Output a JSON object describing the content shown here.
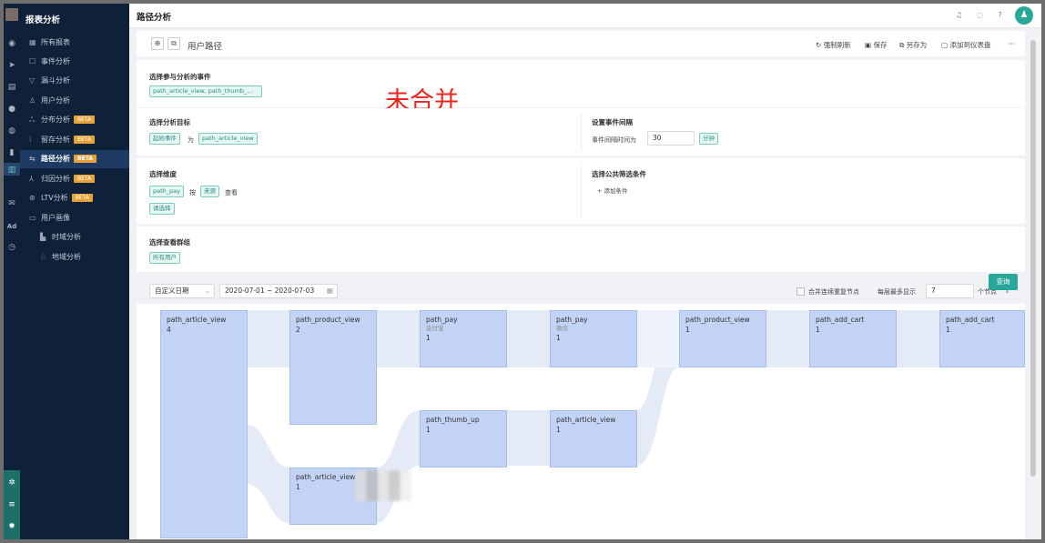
{
  "sidebar": {
    "title": "报表分析",
    "items": [
      {
        "label": "所有报表",
        "icon": "report-icon"
      },
      {
        "label": "事件分析",
        "icon": "event-icon"
      },
      {
        "label": "漏斗分析",
        "icon": "funnel-icon"
      },
      {
        "label": "用户分析",
        "icon": "user-icon"
      },
      {
        "label": "分布分析",
        "icon": "distribution-icon",
        "badge": "BETA"
      },
      {
        "label": "留存分析",
        "icon": "retention-icon",
        "badge": "BETA"
      },
      {
        "label": "路径分析",
        "icon": "path-icon",
        "badge": "BETA",
        "active": true
      },
      {
        "label": "归因分析",
        "icon": "attribution-icon",
        "badge": "BETA"
      },
      {
        "label": "LTV分析",
        "icon": "ltv-icon",
        "badge": "BETA"
      },
      {
        "label": "用户画像",
        "icon": "folder-icon"
      },
      {
        "label": "时域分析",
        "icon": "chart-icon"
      },
      {
        "label": "地域分析",
        "icon": "region-icon"
      }
    ]
  },
  "header": {
    "title": "路径分析"
  },
  "toolbar": {
    "report_name": "用户路径",
    "refresh": "强制刷新",
    "save": "保存",
    "save_as": "另存为",
    "add_dashboard": "添加到仪表盘",
    "more": "···"
  },
  "events_section": {
    "title": "选择参与分析的事件",
    "tag": "path_article_view, path_thumb_..."
  },
  "annotation": "未合并",
  "target_section": {
    "title": "选择分析目标",
    "type_tag": "起始事件",
    "connector": "为",
    "event_tag": "path_article_view"
  },
  "interval_section": {
    "title": "设置事件间隔",
    "label": "事件间隔时间为",
    "value": "30",
    "unit": "分钟"
  },
  "dimension_section": {
    "title": "选择维度",
    "event_tag": "path_pay",
    "by": "按",
    "dim_tag": "来源",
    "view": "查看",
    "select_tag": "请选择"
  },
  "filter_section": {
    "title": "选择公共筛选条件",
    "add": "+ 添加条件"
  },
  "group_section": {
    "title": "选择查看群组",
    "tag": "所有用户",
    "query": "查询"
  },
  "chart_controls": {
    "date_mode": "自定义日期",
    "date_range": "2020-07-01 ~ 2020-07-03",
    "merge_label": "合并连续重复节点",
    "max_label": "每层最多显示",
    "max_value": "7",
    "node_unit": "个节点"
  },
  "chart_data": {
    "type": "sankey",
    "nodes": [
      {
        "name": "path_article_view",
        "sub": "",
        "count": "4"
      },
      {
        "name": "path_product_view",
        "sub": "",
        "count": "2"
      },
      {
        "name": "path_article_view",
        "sub": "",
        "count": "1"
      },
      {
        "name": "path_pay",
        "sub": "支付宝",
        "count": "1"
      },
      {
        "name": "path_thumb_up",
        "sub": "",
        "count": "1"
      },
      {
        "name": "path_pay",
        "sub": "微信",
        "count": "1"
      },
      {
        "name": "path_article_view",
        "sub": "",
        "count": "1"
      },
      {
        "name": "path_product_view",
        "sub": "",
        "count": "1"
      },
      {
        "name": "path_add_cart",
        "sub": "",
        "count": "1"
      },
      {
        "name": "path_add_cart",
        "sub": "",
        "count": "1"
      }
    ]
  }
}
